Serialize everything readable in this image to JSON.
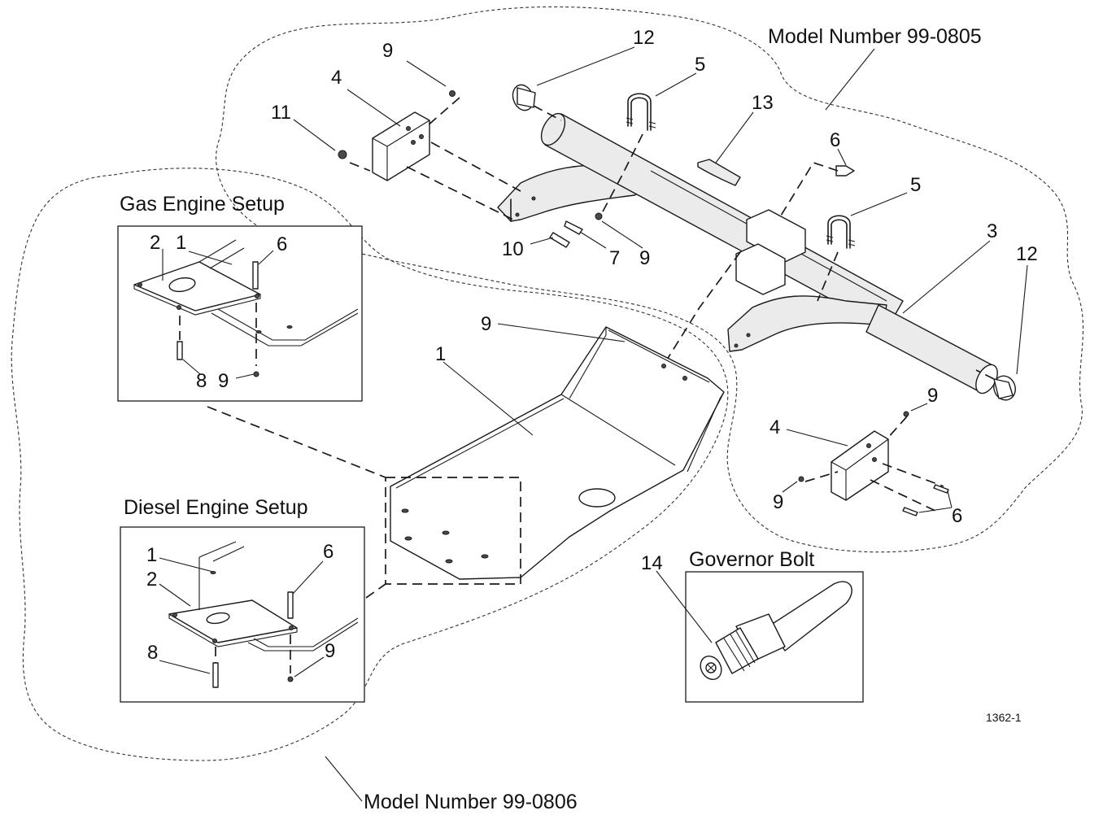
{
  "labels": {
    "model_upper": "Model Number 99-0805",
    "model_lower": "Model Number 99-0806",
    "gas_setup": "Gas Engine Setup",
    "diesel_setup": "Diesel Engine Setup",
    "governor_bolt": "Governor Bolt",
    "figure_id": "1362-1"
  },
  "callouts": {
    "c12a": "12",
    "c5a": "5",
    "c13": "13",
    "c9a": "9",
    "c4a": "4",
    "c11": "11",
    "c6a": "6",
    "c5b": "5",
    "c3": "3",
    "c12b": "12",
    "c10": "10",
    "c7": "7",
    "c9b": "9",
    "c9c": "9",
    "c1main": "1",
    "c9d": "9",
    "c4b": "4",
    "c9e": "9",
    "c6b": "6",
    "c14": "14",
    "gas_2": "2",
    "gas_1": "1",
    "gas_6": "6",
    "gas_8": "8",
    "gas_9": "9",
    "dsl_1": "1",
    "dsl_2": "2",
    "dsl_6": "6",
    "dsl_8": "8",
    "dsl_9": "9"
  }
}
